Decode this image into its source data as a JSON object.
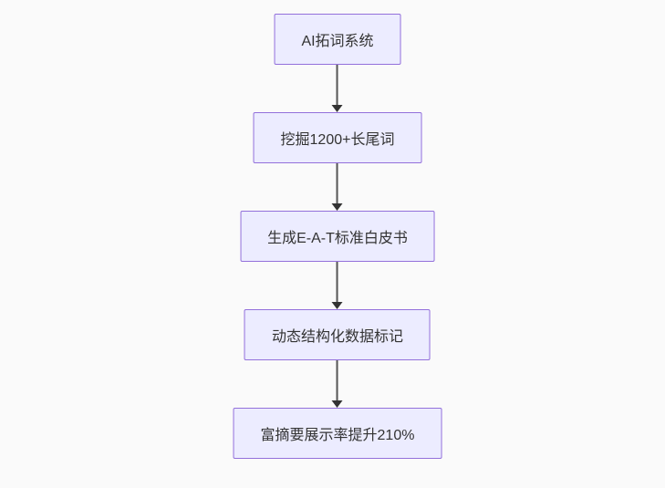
{
  "flowchart": {
    "direction": "top-down",
    "nodes": [
      {
        "id": "A",
        "label": "AI拓词系统"
      },
      {
        "id": "B",
        "label": "挖掘1200+长尾词"
      },
      {
        "id": "C",
        "label": "生成E-A-T标准白皮书"
      },
      {
        "id": "D",
        "label": "动态结构化数据标记"
      },
      {
        "id": "E",
        "label": "富摘要展示率提升210%"
      }
    ],
    "edges": [
      {
        "from": "A",
        "to": "B"
      },
      {
        "from": "B",
        "to": "C"
      },
      {
        "from": "C",
        "to": "D"
      },
      {
        "from": "D",
        "to": "E"
      }
    ],
    "colors": {
      "node_fill": "#ECECFF",
      "node_border": "#9370DB",
      "node_text": "#333333",
      "edge_line": "#555555",
      "arrowhead": "#333333",
      "background": "#FAFAFA"
    }
  }
}
